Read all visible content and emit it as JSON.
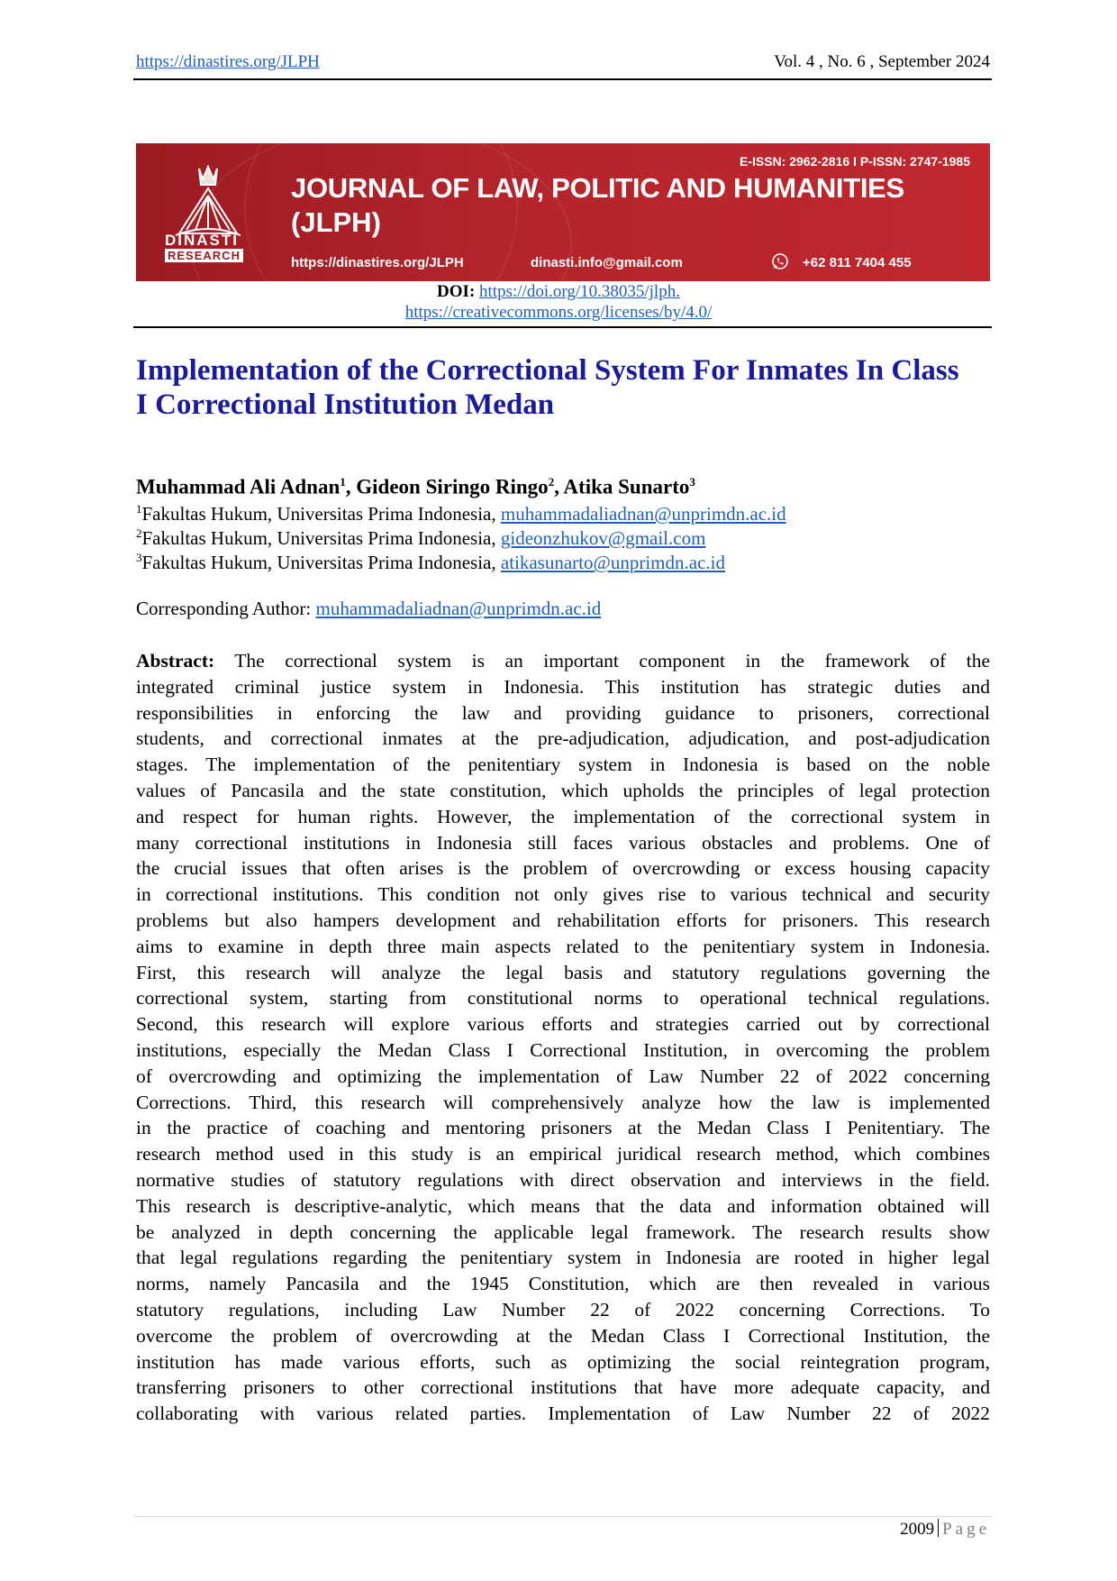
{
  "header": {
    "url": "https://dinastires.org/JLPH ",
    "volume": "Vol. 4 , No. 6 , September 2024"
  },
  "banner": {
    "logo_text_1": "DINASTI",
    "logo_text_2": "RESEARCH",
    "issn": "E-ISSN: 2962-2816 I P-ISSN: 2747-1985",
    "journal_title_1": "JOURNAL OF LAW, POLITIC AND HUMANITIES",
    "journal_title_2": "(JLPH)",
    "url": "https://dinastires.org/JLPH",
    "email": "dinasti.info@gmail.com",
    "phone": "+62 811 7404 455",
    "phone_icon": "whatsapp-icon",
    "color": "#b3242b"
  },
  "doi": {
    "label": "DOI:",
    "link": "https://doi.org/10.38035/jlph.",
    "license": "https://creativecommons.org/licenses/by/4.0/"
  },
  "title": {
    "line1": "Implementation of the Correctional System For Inmates In Class",
    "line2": "I Correctional Institution Medan",
    "color": "#1a1a9c"
  },
  "authors": [
    {
      "name": "Muhammad Ali Adnan",
      "sup": "1",
      "sep": ", "
    },
    {
      "name": "Gideon Siringo Ringo",
      "sup": "2",
      "sep": ", "
    },
    {
      "name": "Atika Sunarto",
      "sup": "3",
      "sep": ""
    }
  ],
  "affiliations": [
    {
      "sup": "1",
      "text": "Fakultas Hukum, Universitas Prima Indonesia, ",
      "email": "muhammadaliadnan@unprimdn.ac.id"
    },
    {
      "sup": "2",
      "text": "Fakultas Hukum, Universitas Prima Indonesia, ",
      "email": "gideonzhukov@gmail.com"
    },
    {
      "sup": "3",
      "text": "Fakultas Hukum, Universitas Prima Indonesia, ",
      "email": "atikasunarto@unprimdn.ac.id"
    }
  ],
  "corresponding": {
    "label": "Corresponding Author: ",
    "email": "muhammadaliadnan@unprimdn.ac.id"
  },
  "abstract": {
    "label": "Abstract:",
    "lines": [
      " The correctional system is an important component in the framework of the",
      "integrated criminal justice system in Indonesia. This institution has strategic duties and",
      "responsibilities in enforcing the law and providing guidance to prisoners, correctional",
      "students, and correctional inmates at the pre-adjudication, adjudication, and post-adjudication",
      "stages. The implementation of the penitentiary system in Indonesia is based on the noble",
      "values of Pancasila and the state constitution, which upholds the principles of legal protection",
      "and respect for human rights. However, the implementation of the correctional system in",
      "many correctional institutions in Indonesia still faces various obstacles and problems. One of",
      "the crucial issues that often arises is the problem of overcrowding or excess housing capacity",
      "in correctional institutions. This condition not only gives rise to various technical and security",
      "problems but also hampers development and rehabilitation efforts for prisoners. This research",
      "aims to examine in depth three main aspects related to the penitentiary system in Indonesia.",
      "First, this research will analyze the legal basis and statutory regulations governing the",
      "correctional system, starting from constitutional norms to operational technical regulations.",
      "Second, this research will explore various efforts and strategies carried out by correctional",
      "institutions, especially the Medan Class I Correctional Institution, in overcoming the problem",
      "of overcrowding and optimizing the implementation of Law Number 22 of 2022 concerning",
      "Corrections. Third, this research will comprehensively analyze how the law is implemented",
      "in the practice of coaching and mentoring prisoners at the Medan Class I Penitentiary. The",
      "research method used in this study is an empirical juridical research method, which combines",
      "normative studies of statutory regulations with direct observation and interviews in the field.",
      "This research is descriptive-analytic, which means that the data and information obtained will",
      "be analyzed in depth concerning the applicable legal framework. The research results show",
      "that legal regulations regarding the penitentiary system in Indonesia are rooted in higher legal",
      "norms, namely Pancasila and the 1945 Constitution, which are then revealed in various",
      "statutory regulations, including Law Number 22 of 2022 concerning Corrections. To",
      "overcome the problem of overcrowding at the Medan Class I Correctional Institution, the",
      "institution has made various efforts, such as optimizing the social reintegration program,",
      "transferring prisoners to other correctional institutions that have more adequate capacity, and",
      "collaborating with various related parties. Implementation of Law Number 22 of 2022"
    ]
  },
  "footer": {
    "page_number": "2009",
    "page_label": "Page"
  }
}
